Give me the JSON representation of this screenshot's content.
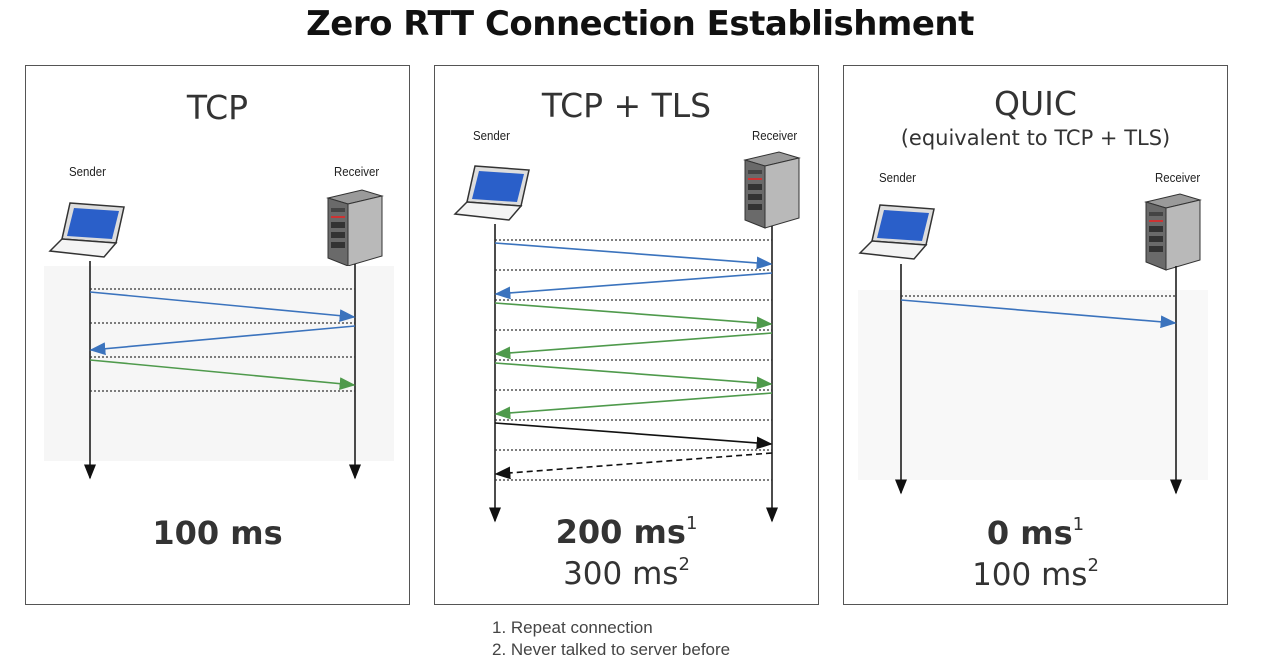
{
  "title": "Zero RTT Connection Establishment",
  "panels": [
    {
      "title": "TCP",
      "subtitle": "",
      "sender_label": "Sender",
      "receiver_label": "Receiver",
      "result_primary": "100 ms",
      "result_primary_sup": "",
      "result_secondary": "",
      "result_secondary_sup": ""
    },
    {
      "title": "TCP + TLS",
      "subtitle": "",
      "sender_label": "Sender",
      "receiver_label": "Receiver",
      "result_primary": "200 ms",
      "result_primary_sup": "1",
      "result_secondary": "300 ms",
      "result_secondary_sup": "2"
    },
    {
      "title": "QUIC",
      "subtitle": "(equivalent to TCP + TLS)",
      "sender_label": "Sender",
      "receiver_label": "Receiver",
      "result_primary": "0 ms",
      "result_primary_sup": "1",
      "result_secondary": "100 ms",
      "result_secondary_sup": "2"
    }
  ],
  "footnotes": [
    "1. Repeat connection",
    "2. Never talked to server before"
  ],
  "colors": {
    "blue": "#3b73bd",
    "green": "#4f9a4c",
    "black": "#111111",
    "border": "#555555"
  }
}
